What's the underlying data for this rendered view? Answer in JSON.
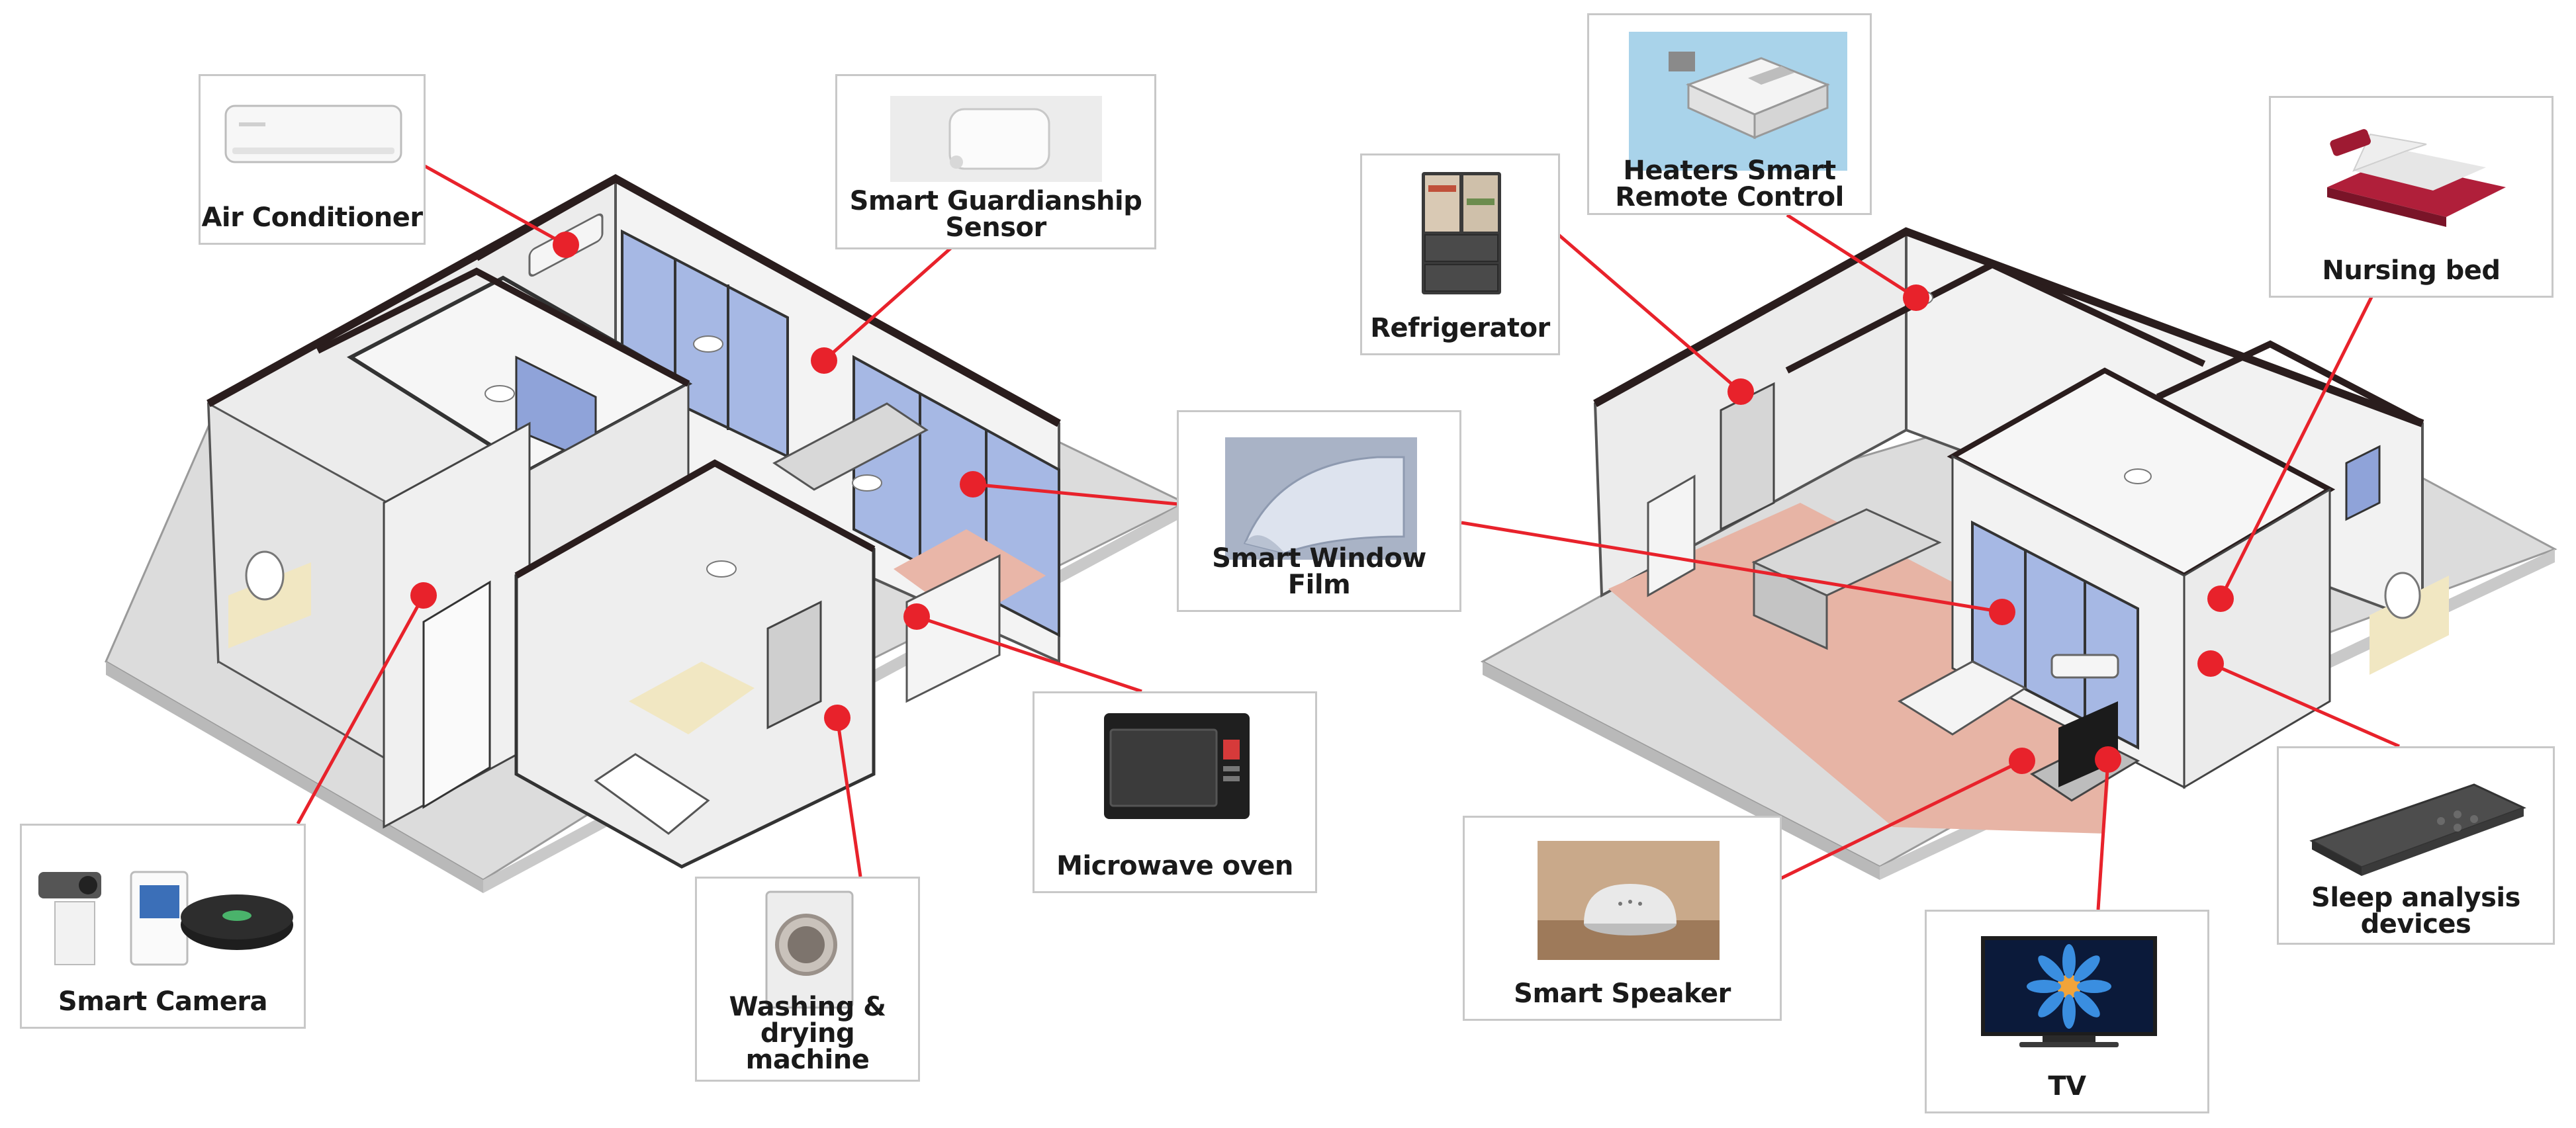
{
  "diagram": {
    "accent_color": "#e8222b",
    "callouts": [
      {
        "id": "air-conditioner",
        "label": "Air Conditioner",
        "icon": "air-conditioner-icon"
      },
      {
        "id": "smart-guardianship-sensor",
        "label": "Smart Guardianship\nSensor",
        "icon": "sensor-icon"
      },
      {
        "id": "smart-camera",
        "label": "Smart Camera",
        "icon": "camera-icon"
      },
      {
        "id": "washing-drying-machine",
        "label": "Washing &\ndrying machine",
        "icon": "washing-machine-icon"
      },
      {
        "id": "microwave-oven",
        "label": "Microwave oven",
        "icon": "microwave-icon"
      },
      {
        "id": "smart-window-film",
        "label": "Smart Window Film",
        "icon": "window-film-icon"
      },
      {
        "id": "refrigerator",
        "label": "Refrigerator",
        "icon": "refrigerator-icon"
      },
      {
        "id": "heaters-smart-remote-control",
        "label": "Heaters Smart\nRemote Control",
        "icon": "ceiling-heater-icon"
      },
      {
        "id": "nursing-bed",
        "label": "Nursing bed",
        "icon": "nursing-bed-icon"
      },
      {
        "id": "sleep-analysis-devices",
        "label": "Sleep analysis\ndevices",
        "icon": "sleep-mat-icon"
      },
      {
        "id": "smart-speaker",
        "label": "Smart Speaker",
        "icon": "speaker-icon"
      },
      {
        "id": "tv",
        "label": "TV",
        "icon": "tv-icon"
      }
    ]
  }
}
